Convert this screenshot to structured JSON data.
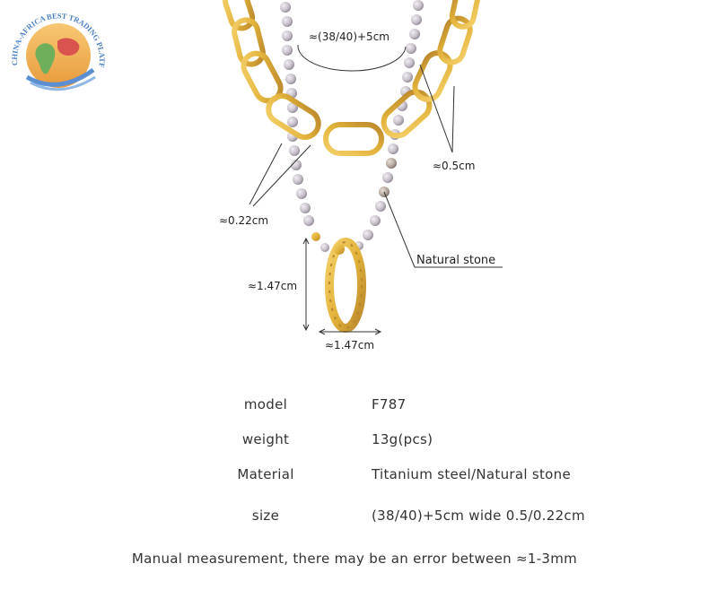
{
  "logo": {
    "text": "CHINA-AFRICA BEST TRADING PLATFORM",
    "colors": {
      "ring": "#5b8fd1",
      "sun": "#f2b35c",
      "africa": "#6fae5a",
      "china": "#d9534f"
    }
  },
  "dimensions": {
    "length": "≈(38/40)+5cm",
    "chain_width": "≈0.5cm",
    "bead_width": "≈0.22cm",
    "stone_label": "Natural stone",
    "pendant_height": "≈1.47cm",
    "pendant_width": "≈1.47cm"
  },
  "specs": [
    {
      "label": "model",
      "value": "F787"
    },
    {
      "label": "weight",
      "value": "13g(pcs)"
    },
    {
      "label": "Material",
      "value": "Titanium steel/Natural stone"
    },
    {
      "label": "size",
      "value": "(38/40)+5cm wide 0.5/0.22cm"
    }
  ],
  "note": "Manual measurement, there may be an error between ≈1-3mm",
  "colors": {
    "gold": "#e3b43c",
    "gold_dark": "#b9862a",
    "bead": "#c9c2cc",
    "bead_dark": "#8f8794",
    "line": "#333333"
  }
}
